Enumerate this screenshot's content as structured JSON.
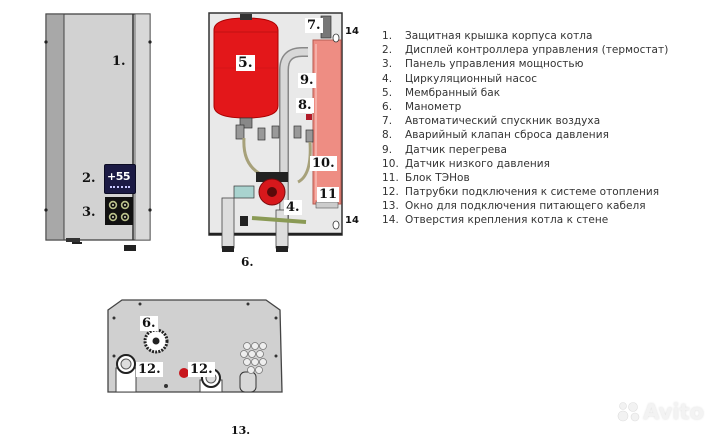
{
  "diagram": {
    "subject": "Electric heating boiler — components",
    "views": {
      "front": {
        "callouts": [
          "1.",
          "2.",
          "3."
        ],
        "display_value": "+55"
      },
      "internal": {
        "callouts": [
          "5.",
          "7.",
          "9.",
          "8.",
          "10.",
          "11",
          "4.",
          "6.",
          "14",
          "14"
        ]
      },
      "bottom": {
        "callouts": [
          "6.",
          "12.",
          "12.",
          "13."
        ]
      }
    },
    "legend": [
      {
        "num": "1.",
        "label": "Защитная крышка корпуса котла"
      },
      {
        "num": "2.",
        "label": "Дисплей контроллера управления (термостат)"
      },
      {
        "num": "3.",
        "label": "Панель управления мощностью"
      },
      {
        "num": "4.",
        "label": "Циркуляционный насос"
      },
      {
        "num": "5.",
        "label": "Мембранный бак"
      },
      {
        "num": "6.",
        "label": "Манометр"
      },
      {
        "num": "7.",
        "label": "Автоматический спускник воздуха"
      },
      {
        "num": "8.",
        "label": "Аварийный клапан сброса давления"
      },
      {
        "num": "9.",
        "label": "Датчик перегрева"
      },
      {
        "num": "10.",
        "label": "Датчик низкого давления"
      },
      {
        "num": "11.",
        "label": "Блок ТЭНов"
      },
      {
        "num": "12.",
        "label": "Патрубки подключения к системе отопления"
      },
      {
        "num": "13.",
        "label": "Окно для подключения питающего кабеля"
      },
      {
        "num": "14.",
        "label": "Отверстия крепления котла к стене"
      }
    ],
    "watermark": "Avito",
    "colors": {
      "panel": "#cfcfcf",
      "panel_dark": "#a9a9a9",
      "tank_red": "#e3171a",
      "heater_pink": "#ee8d83",
      "display_bg": "#1b1a44",
      "outline": "#333333"
    }
  }
}
